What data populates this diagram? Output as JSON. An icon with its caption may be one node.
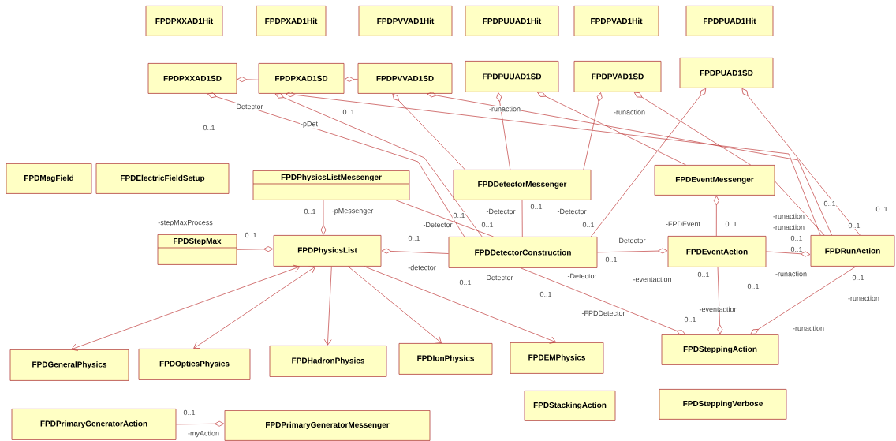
{
  "diagram": {
    "nodes": [
      {
        "text": [
          "FPDPXXAD1Hit"
        ]
      },
      {
        "text": [
          "FPDPXAD1Hit"
        ]
      },
      {
        "text": [
          "FPDPVVAD1Hit"
        ]
      },
      {
        "text": [
          "FPDPUUAD1Hit"
        ]
      },
      {
        "text": [
          "FPDPVAD1Hit"
        ]
      },
      {
        "text": [
          "FPDPUAD1Hit"
        ]
      },
      {
        "text": [
          "FPDPXXAD1SD"
        ]
      },
      {
        "text": [
          "FPDPXAD1SD"
        ]
      },
      {
        "text": [
          "FPDPVVAD1SD"
        ]
      },
      {
        "text": [
          "FPDPUUAD1SD"
        ]
      },
      {
        "text": [
          "FPDPVAD1SD"
        ]
      },
      {
        "text": [
          "FPDPUAD1SD"
        ]
      },
      {
        "text": [
          "FPDMagField"
        ]
      },
      {
        "text": [
          "FPDElectricFieldSetup"
        ]
      },
      {
        "text": [
          "FPDPhysicsListMessenger"
        ]
      },
      {
        "text": [
          "FPDDetectorMessenger"
        ]
      },
      {
        "text": [
          "FPDEventMessenger"
        ]
      },
      {
        "text": [
          "FPDStepMax"
        ]
      },
      {
        "text": [
          "FPDPhysicsList"
        ]
      },
      {
        "text": [
          "FPDDetectorConstruction"
        ]
      },
      {
        "text": [
          "FPDEventAction"
        ]
      },
      {
        "text": [
          "FPDRunAction"
        ]
      },
      {
        "text": [
          "FPDGeneralPhysics"
        ]
      },
      {
        "text": [
          "FPDOpticsPhysics"
        ]
      },
      {
        "text": [
          "FPDHadronPhysics"
        ]
      },
      {
        "text": [
          "FPDIonPhysics"
        ]
      },
      {
        "text": [
          "FPDEMPhysics"
        ]
      },
      {
        "text": [
          "FPDSteppingAction"
        ]
      },
      {
        "text": [
          "FPDStackingAction"
        ]
      },
      {
        "text": [
          "FPDSteppingVerbose"
        ]
      },
      {
        "text": [
          "FPDPrimaryGeneratorAction"
        ]
      },
      {
        "text": [
          "FPDPrimaryGeneratorMessenger"
        ]
      }
    ],
    "edges": [
      {
        "from": 7,
        "to": 6,
        "arrow": "other"
      },
      {
        "from": 8,
        "to": 7,
        "arrow": "other"
      },
      {
        "from": 19,
        "to": 6,
        "arrow": "other",
        "label": "-Detector"
      },
      {
        "from": 19,
        "to": 7,
        "arrow": "other",
        "label": "-pDet"
      },
      {
        "from": 21,
        "to": 7,
        "arrow": "other"
      },
      {
        "from": 15,
        "to": 8,
        "arrow": "other"
      },
      {
        "from": 21,
        "to": 8,
        "arrow": "other",
        "label": "-runaction"
      },
      {
        "from": 15,
        "to": 9,
        "arrow": "other"
      },
      {
        "from": 16,
        "to": 9,
        "arrow": "other"
      },
      {
        "from": 16,
        "to": 10,
        "arrow": "other",
        "label": "-runaction"
      },
      {
        "from": 15,
        "to": 10,
        "arrow": "other"
      },
      {
        "from": 19,
        "to": 11,
        "arrow": "other"
      },
      {
        "from": 21,
        "to": 11,
        "arrow": "other"
      },
      {
        "from": 14,
        "to": 18,
        "arrow": "other",
        "label": "-pMessenger"
      },
      {
        "from": 14,
        "to": 19,
        "arrow": "none"
      },
      {
        "from": 17,
        "to": 18,
        "arrow": "other",
        "label": "-stepMaxProcess"
      },
      {
        "from": 19,
        "to": 18,
        "arrow": "other",
        "label": "-detector"
      },
      {
        "from": 18,
        "to": 22,
        "arrow": "both"
      },
      {
        "from": 18,
        "to": 23,
        "arrow": "both"
      },
      {
        "from": 18,
        "to": 24,
        "arrow": "to"
      },
      {
        "from": 18,
        "to": 25,
        "arrow": "to"
      },
      {
        "from": 18,
        "to": 26,
        "arrow": "to"
      },
      {
        "from": 15,
        "to": 19,
        "arrow": "none"
      },
      {
        "from": 19,
        "to": 20,
        "arrow": "other",
        "label": "-Detector"
      },
      {
        "from": 19,
        "to": 27,
        "arrow": "other",
        "label": "-FPDDetector"
      },
      {
        "from": 20,
        "to": 27,
        "arrow": "other",
        "label": "-eventaction"
      },
      {
        "from": 21,
        "to": 27,
        "arrow": "other",
        "label": "-runaction"
      },
      {
        "from": 20,
        "to": 16,
        "arrow": "other",
        "label": "-FPDEvent"
      },
      {
        "from": 20,
        "to": 21,
        "arrow": "other"
      },
      {
        "from": 16,
        "to": 21,
        "arrow": "none"
      },
      {
        "from": 30,
        "to": 31,
        "arrow": "other",
        "label": "-myAction"
      }
    ],
    "labels": [
      "0..1",
      "0..1",
      "0..1",
      "0..1",
      "-Detector",
      "0..1",
      "-Detector",
      "0..1",
      "0..1",
      "-Detector",
      "0..1",
      "0..1",
      "0..1",
      "-runaction",
      "0..1",
      "-runaction",
      "0..1",
      "0..1",
      "0..1",
      "0..1",
      "0..1",
      "-runaction",
      "0..1",
      "-Detector",
      "-Detector",
      "0..1",
      "-eventaction",
      "0..1",
      "0..1",
      "0..1",
      "-runaction",
      "0..1",
      "0..1"
    ]
  }
}
